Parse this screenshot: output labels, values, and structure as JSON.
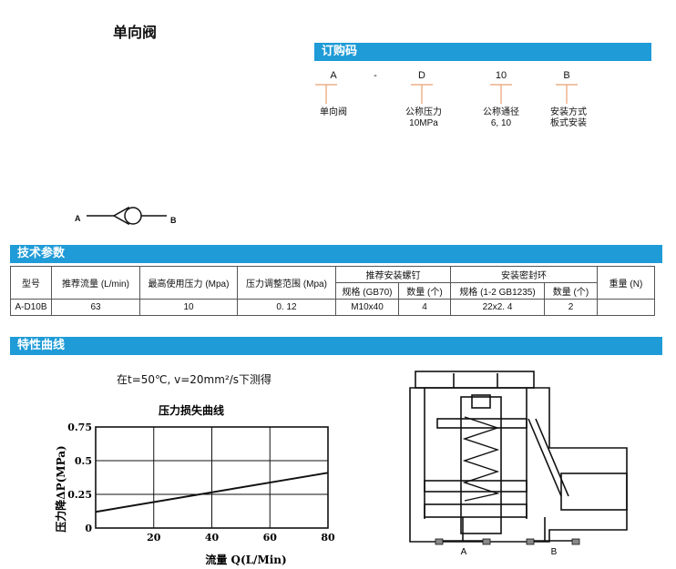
{
  "page_title": "单向阀",
  "order_code": {
    "heading": "订购码",
    "letters": [
      "A",
      "-",
      "D",
      "10",
      "B"
    ],
    "captions": [
      {
        "line1": "单向阀",
        "line2": ""
      },
      {
        "line1": "公称压力",
        "line2": "10MPa"
      },
      {
        "line1": "公称通径",
        "line2": "6, 10"
      },
      {
        "line1": "安装方式",
        "line2": "板式安装"
      }
    ]
  },
  "symbol": {
    "port_a": "A",
    "port_b": "B"
  },
  "tech": {
    "heading": "技术参数",
    "headers": {
      "model": "型号",
      "flow": "推荐流量 (L/min)",
      "max_pressure": "最高使用压力 (Mpa)",
      "adj_range": "压力调整范围 (Mpa)",
      "screw_group": "推荐安装螺钉",
      "screw_spec": "规格 (GB70)",
      "screw_qty": "数量 (个)",
      "seal_group": "安装密封环",
      "seal_spec": "规格 (1-2 GB1235)",
      "seal_qty": "数量 (个)",
      "weight": "重量 (N)"
    },
    "row": {
      "model": "A-D10B",
      "flow": "63",
      "max_pressure": "10",
      "adj_range": "0. 12",
      "screw_spec": "M10x40",
      "screw_qty": "4",
      "seal_spec": "22x2. 4",
      "seal_qty": "2",
      "weight": ""
    }
  },
  "curve": {
    "heading": "特性曲线",
    "condition": "在t=50℃, v=20mm²/s下测得"
  },
  "section_drawing": {
    "port_a": "A",
    "port_b": "B"
  },
  "chart_data": {
    "type": "line",
    "title": "压力损失曲线",
    "xlabel": "流量 Q(L/Min)",
    "ylabel": "压力降ΔP(MPa)",
    "xlim": [
      0,
      80
    ],
    "ylim": [
      0,
      0.75
    ],
    "x_ticks": [
      "20",
      "40",
      "60",
      "80"
    ],
    "y_ticks": [
      "0",
      "0.25",
      "0.5",
      "0.75"
    ],
    "grid": true,
    "series": [
      {
        "x": [
          0,
          80
        ],
        "values": [
          0.12,
          0.41
        ]
      }
    ]
  }
}
